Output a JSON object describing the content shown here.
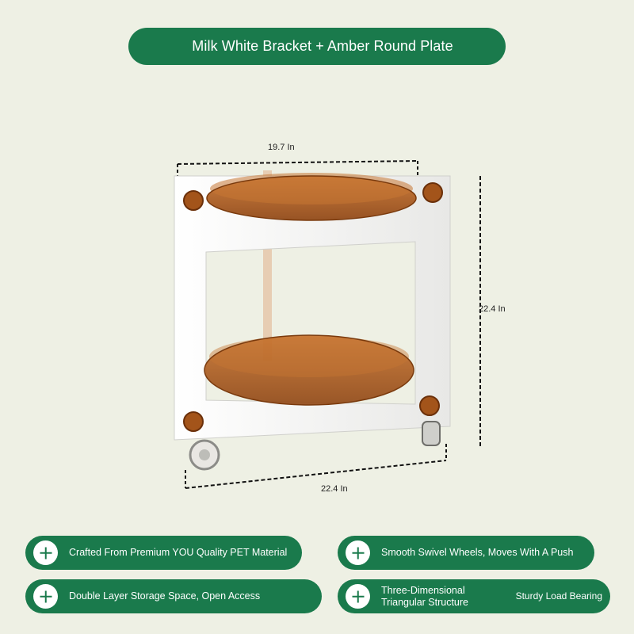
{
  "title": "Milk White Bracket + Amber Round Plate",
  "dimensions": {
    "top_width": "19.7 In",
    "height": "22.4 In",
    "bottom_width": "22.4 In"
  },
  "features": [
    {
      "label": "Crafted From Premium YOU Quality PET Material",
      "sub": ""
    },
    {
      "label": "Smooth Swivel Wheels, Moves With A Push",
      "sub": ""
    },
    {
      "label": "Double Layer Storage Space, Open Access",
      "sub": ""
    },
    {
      "label": "Three-Dimensional Triangular Structure",
      "sub": "Sturdy Load Bearing"
    }
  ],
  "colors": {
    "background": "#eef0e4",
    "accent_green": "#1a7a4c",
    "amber_plate": "#b8621f",
    "bracket_white": "#f7f7f5"
  }
}
